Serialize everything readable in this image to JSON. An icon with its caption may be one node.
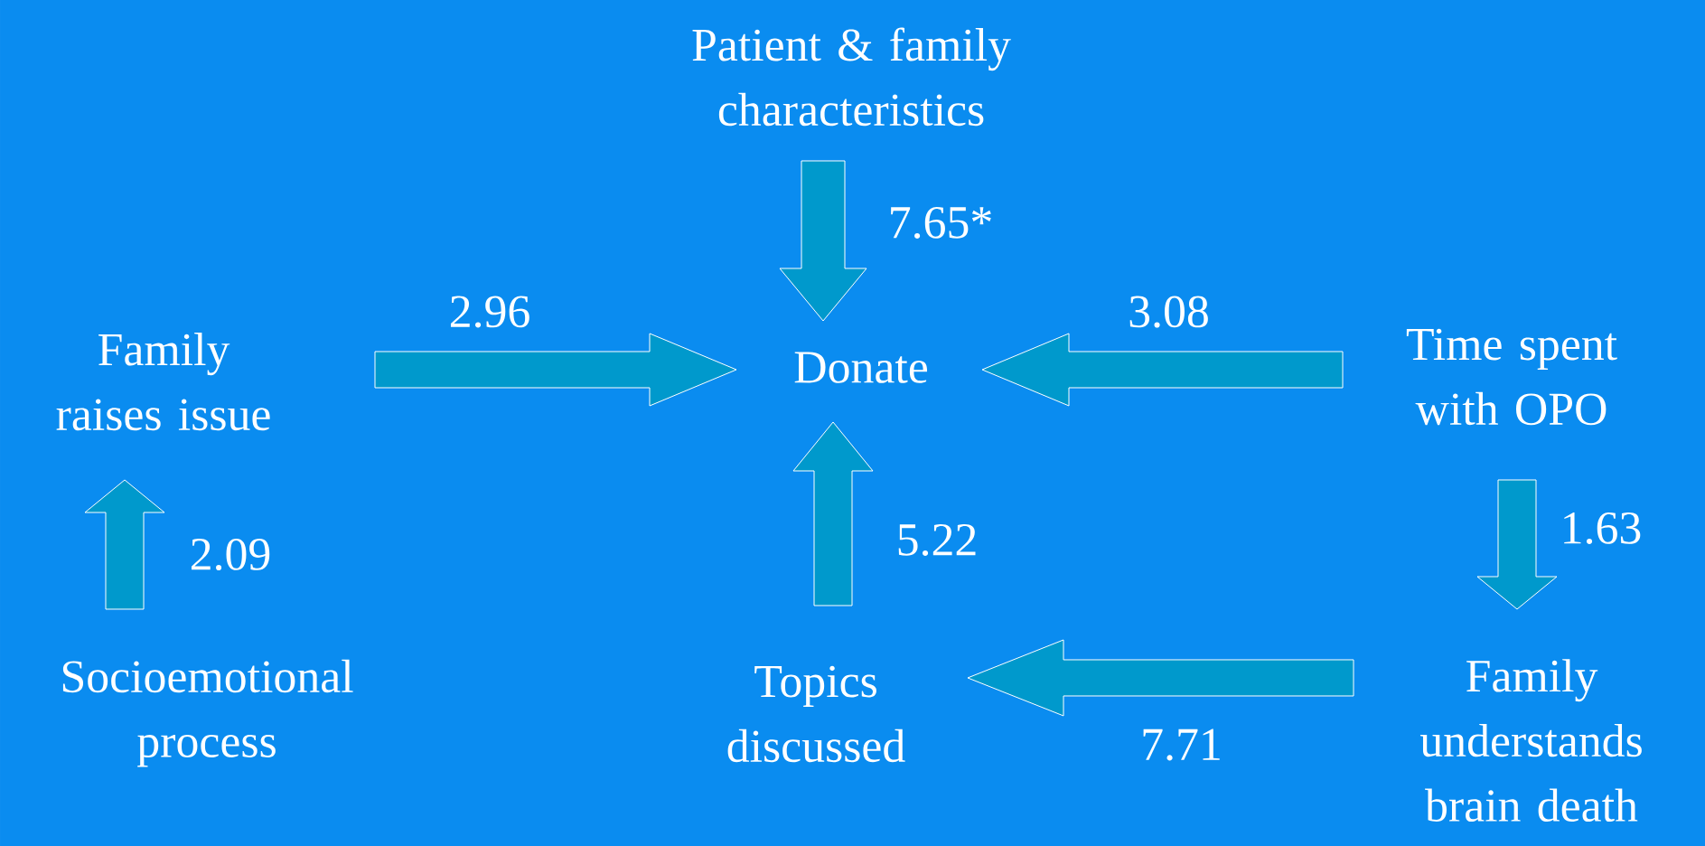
{
  "diagram": {
    "nodes": [
      {
        "text": [
          "Patient & family characteristics"
        ]
      },
      {
        "text": [
          "Donate"
        ]
      },
      {
        "text": [
          "Family raises issue"
        ]
      },
      {
        "text": [
          "Time spent with OPO"
        ]
      },
      {
        "text": [
          "Socioemotional process"
        ]
      },
      {
        "text": [
          "Topics discussed"
        ]
      },
      {
        "text": [
          "Family understands brain death"
        ]
      }
    ],
    "edges": [
      {
        "from": 0,
        "to": 1,
        "arrow": "to",
        "label": "7.65*"
      },
      {
        "from": 2,
        "to": 1,
        "arrow": "to",
        "label": "2.96"
      },
      {
        "from": 3,
        "to": 1,
        "arrow": "to",
        "label": "3.08"
      },
      {
        "from": 4,
        "to": 2,
        "arrow": "to",
        "label": "2.09"
      },
      {
        "from": 5,
        "to": 1,
        "arrow": "to",
        "label": "5.22"
      },
      {
        "from": 3,
        "to": 6,
        "arrow": "to",
        "label": "1.63"
      },
      {
        "from": 6,
        "to": 5,
        "arrow": "to",
        "label": "7.71"
      }
    ]
  }
}
